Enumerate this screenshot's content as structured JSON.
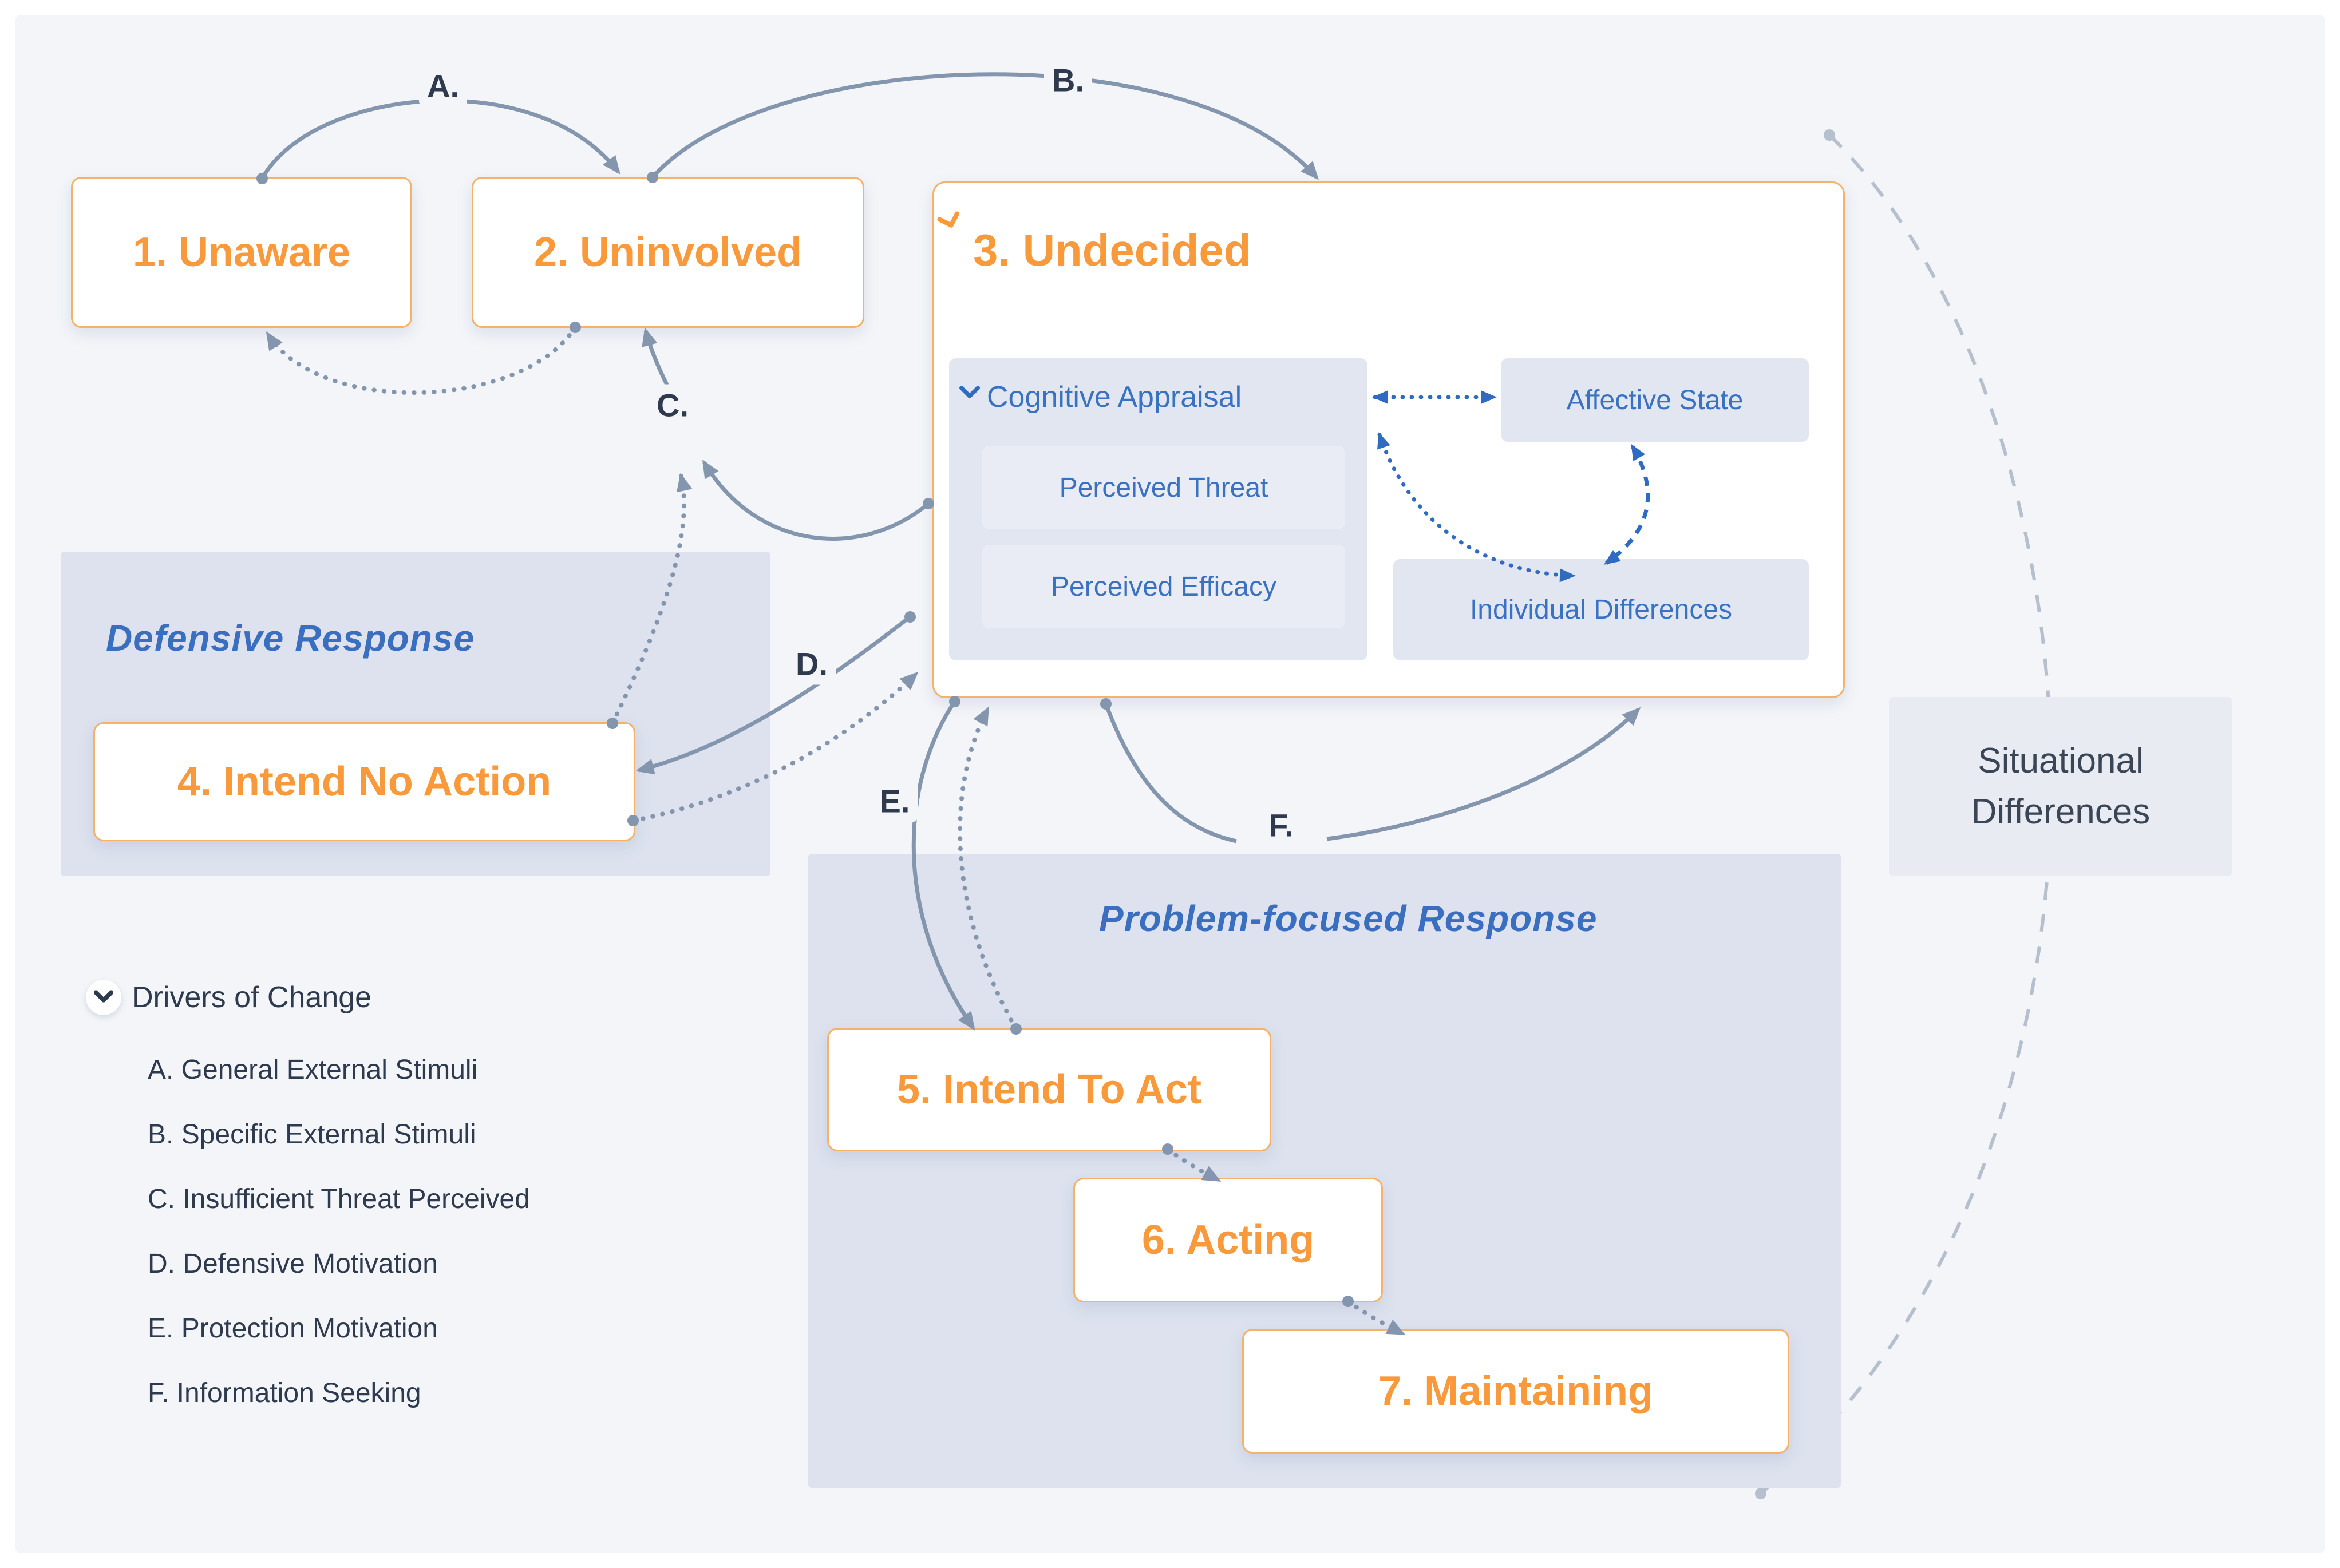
{
  "stages": {
    "s1": "1. Unaware",
    "s2": "2. Uninvolved",
    "s3": "3. Undecided",
    "s4": "4. Intend No Action",
    "s5": "5. Intend To Act",
    "s6": "6. Acting",
    "s7": "7. Maintaining"
  },
  "undecided": {
    "cognitive_appraisal": "Cognitive Appraisal",
    "perceived_threat": "Perceived Threat",
    "perceived_efficacy": "Perceived Efficacy",
    "affective_state": "Affective State",
    "individual_differences": "Individual Differences"
  },
  "panels": {
    "defensive": "Defensive Response",
    "problem": "Problem-focused Response"
  },
  "situational": {
    "line1": "Situational",
    "line2": "Differences"
  },
  "arrow_labels": {
    "a": "A.",
    "b": "B.",
    "c": "C.",
    "d": "D.",
    "e": "E.",
    "f": "F."
  },
  "legend": {
    "title": "Drivers of Change",
    "items": [
      "A. General External Stimuli",
      "B. Specific External Stimuli",
      "C. Insufficient Threat Perceived",
      "D. Defensive Motivation",
      "E. Protection Motivation",
      "F. Information Seeking"
    ]
  },
  "colors": {
    "background": "#f3f5f8",
    "panel": "#dde2ee",
    "stage_border": "#f6b26b",
    "stage_text": "#f8993c",
    "blue_text": "#3a72c2",
    "panel_title": "#3a6fc0",
    "arrow_gray": "#8496ae",
    "arrow_blue": "#2f6cc1",
    "arc_light": "#b5bfcd",
    "dark_text": "#2e3a4e"
  }
}
